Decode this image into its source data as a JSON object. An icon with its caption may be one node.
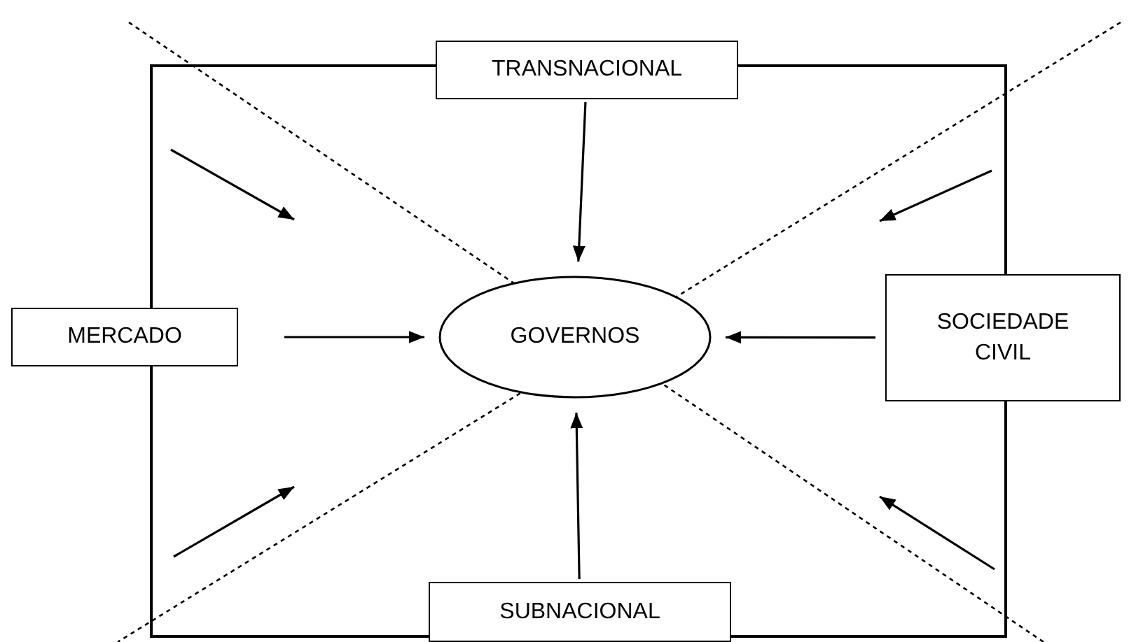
{
  "diagram": {
    "nodes": [
      {
        "text": [
          "TRANSNACIONAL"
        ]
      },
      {
        "text": [
          "MERCADO"
        ]
      },
      {
        "text": [
          "GOVERNOS"
        ]
      },
      {
        "text": [
          "SOCIEDADE CIVIL"
        ]
      },
      {
        "text": [
          "SUBNACIONAL"
        ]
      }
    ],
    "edges": [
      {
        "from": 0,
        "to": 2,
        "arrow": "to"
      },
      {
        "from": 1,
        "to": 2,
        "arrow": "to"
      },
      {
        "from": 3,
        "to": 2,
        "arrow": "to"
      },
      {
        "from": 4,
        "to": 2,
        "arrow": "to"
      }
    ]
  }
}
